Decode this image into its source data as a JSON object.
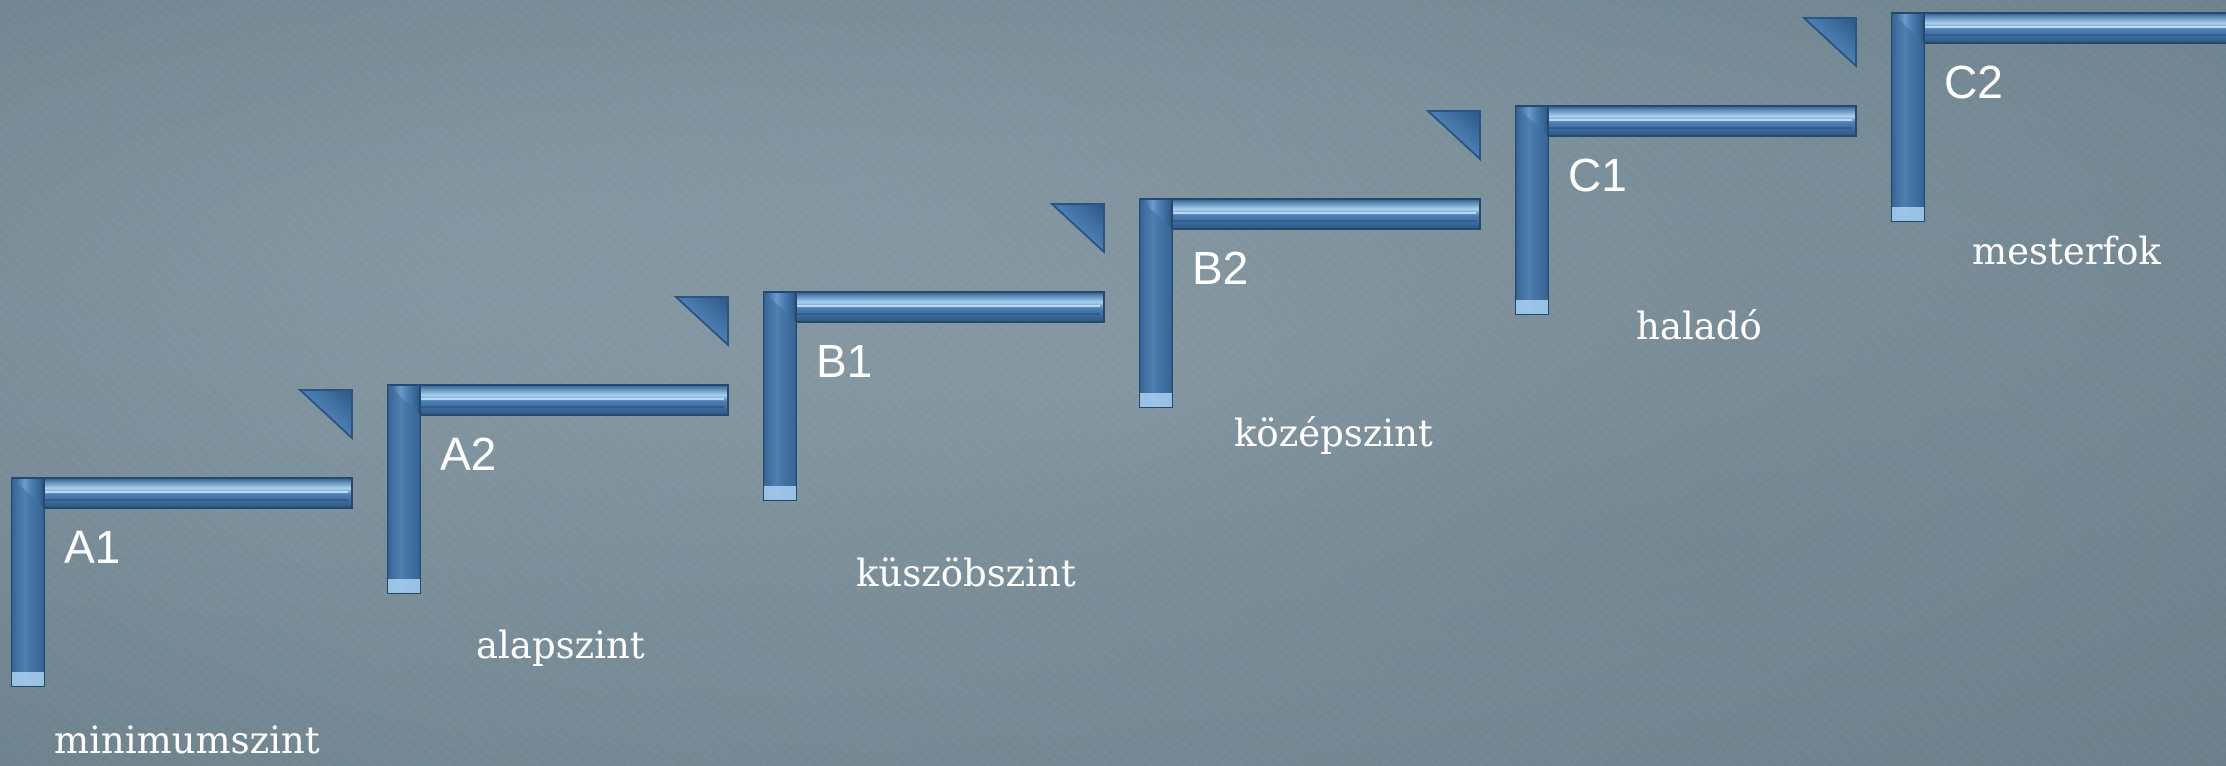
{
  "diagram": {
    "type": "staircase",
    "steps": [
      {
        "code": "A1",
        "name": "minimumszint"
      },
      {
        "code": "A2",
        "name": "alapszint"
      },
      {
        "code": "B1",
        "name": "küszöbszint"
      },
      {
        "code": "B2",
        "name": "középszint"
      },
      {
        "code": "C1",
        "name": "haladó"
      },
      {
        "code": "C2",
        "name": "mesterfok"
      }
    ]
  },
  "colors": {
    "background": "#7c909c",
    "step_main": "#4d7fb4",
    "step_dark": "#2c5784",
    "step_highlight": "#a9d1f2",
    "text": "#ffffff"
  }
}
